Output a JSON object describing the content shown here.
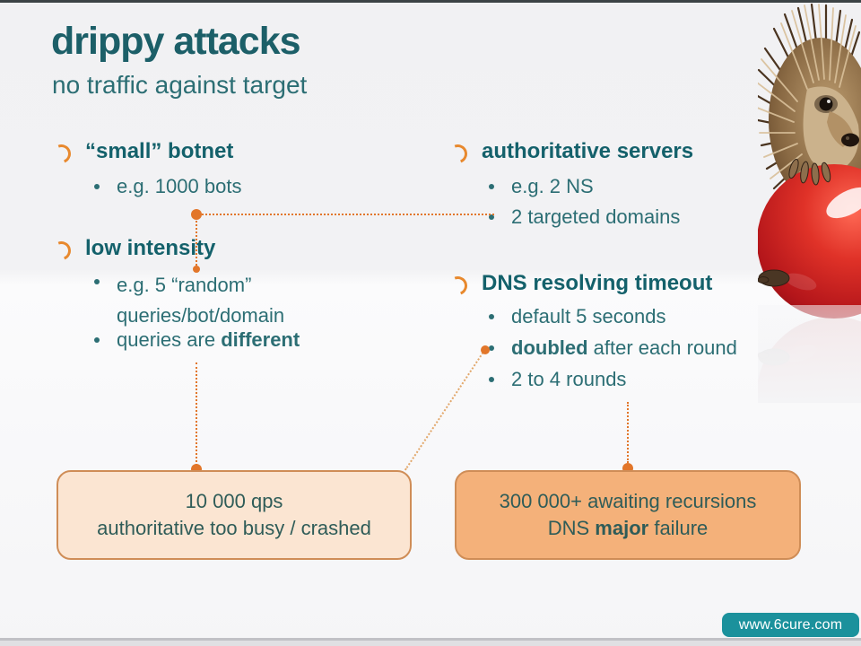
{
  "header": {
    "title": "drippy attacks",
    "subtitle": "no traffic against target"
  },
  "bullets": {
    "small_botnet": {
      "heading": "“small” botnet",
      "item1": "e.g. 1000 bots"
    },
    "low_intensity": {
      "heading": "low intensity",
      "item1_line1": "e.g. 5 “random”",
      "item1_line2": "queries/bot/domain",
      "item2_prefix": "queries are ",
      "item2_bold": "different"
    },
    "auth_servers": {
      "heading": "authoritative servers",
      "item1": "e.g. 2 NS",
      "item2": "2 targeted domains"
    },
    "dns_timeout": {
      "heading": "DNS resolving timeout",
      "item1": "default 5 seconds",
      "item2_bold": "doubled",
      "item2_suffix": " after each round",
      "item3": "2 to 4 rounds"
    }
  },
  "result_boxes": {
    "left": {
      "line1": "10 000 qps",
      "line2": "authoritative too busy / crashed"
    },
    "right": {
      "line1": "300 000+ awaiting recursions",
      "line2_prefix": "DNS ",
      "line2_bold": "major",
      "line2_suffix": " failure"
    }
  },
  "footer": {
    "url": "www.6cure.com"
  },
  "icons": {
    "arc_bullet_icon": "orange open arc",
    "bullet_dot_icon": "small teal dot",
    "connector_dot_icon": "orange dot",
    "hedgehog_apple_image": "hedgehog biting red apple, with reflection"
  },
  "colors": {
    "title_teal": "#1c5f68",
    "body_teal": "#2c6e74",
    "accent_orange": "#e2762a",
    "box_light_fill": "#fbe5d2",
    "box_dark_fill": "#f4b17a",
    "box_border": "#cf8d57",
    "footer_badge": "#1b919c"
  }
}
